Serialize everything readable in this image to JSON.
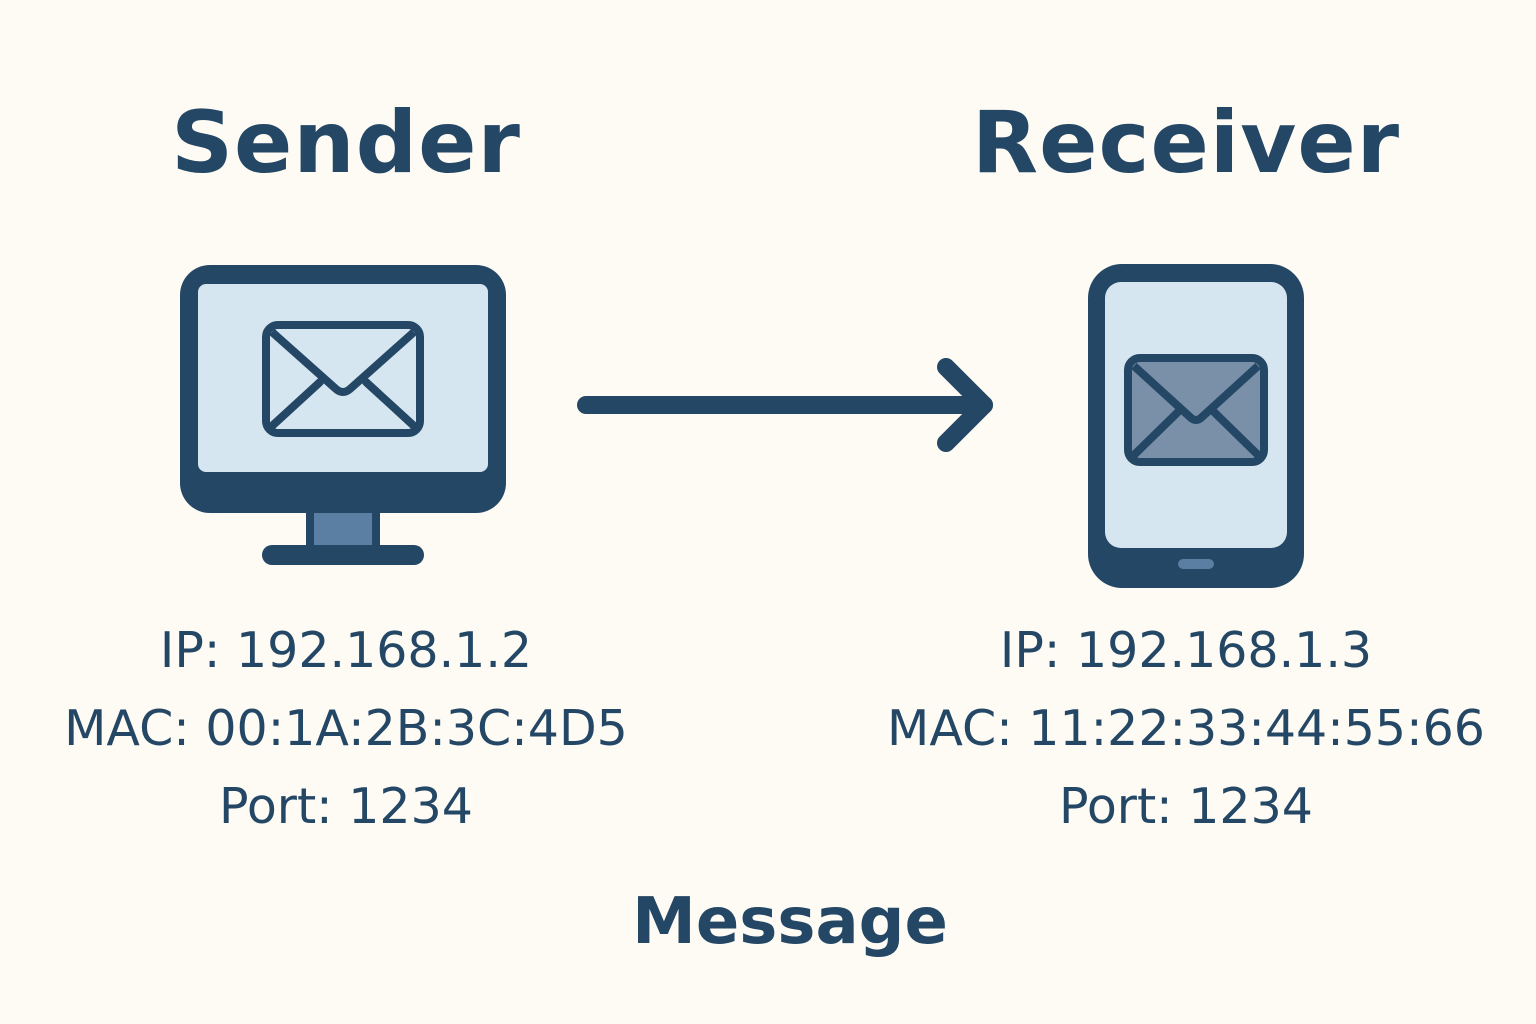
{
  "sender": {
    "title": "Sender",
    "device_icon": "desktop-monitor-icon",
    "ip": "IP: 192.168.1.2",
    "mac": "MAC: 00:1A:2B:3C:4D5",
    "port": "Port: 1234"
  },
  "receiver": {
    "title": "Receiver",
    "device_icon": "smartphone-icon",
    "ip": "IP: 192.168.1.3",
    "mac": "MAC: 11:22:33:44:55:66",
    "port": "Port: 1234"
  },
  "connector": {
    "icon": "arrow-right-icon"
  },
  "message": {
    "label": "Message",
    "icon": "envelope-icon"
  },
  "colors": {
    "background": "#fdfbf4",
    "primary": "#244766",
    "screen_fill": "#d6e6f0",
    "stand_fill": "#5a7fa3",
    "envelope_dark_fill": "#7990a8"
  }
}
